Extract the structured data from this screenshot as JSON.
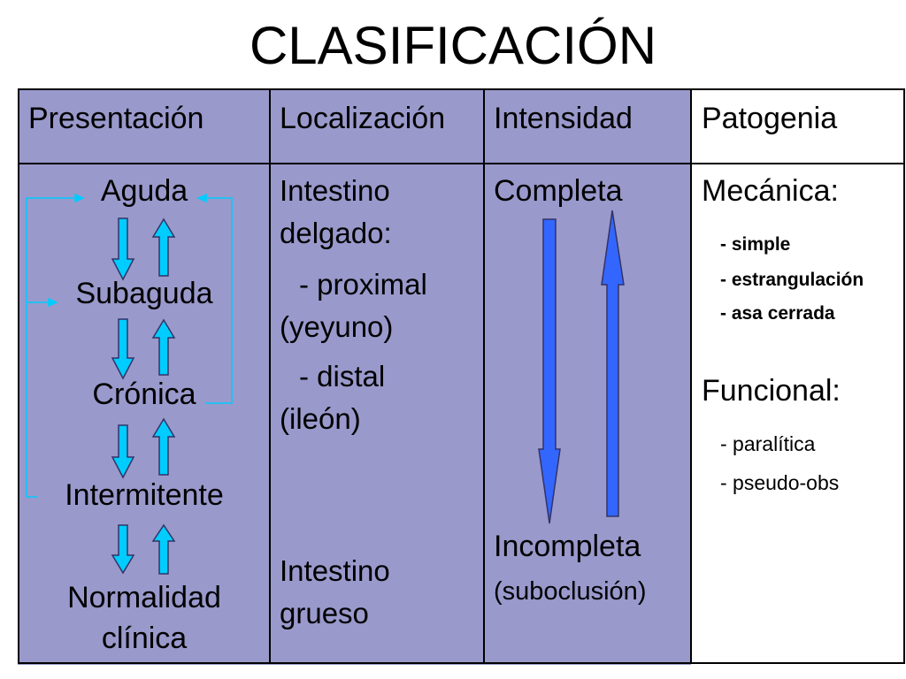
{
  "title": "CLASIFICACIÓN",
  "headers": {
    "presentacion": "Presentación",
    "localizacion": "Localización",
    "intensidad": "Intensidad",
    "patogenia": "Patogenia"
  },
  "presentacion": {
    "items": [
      "Aguda",
      "Subaguda",
      "Crónica",
      "Intermitente",
      "Normalidad",
      "clínica"
    ]
  },
  "localizacion": {
    "delgado_l1": "Intestino",
    "delgado_l2": "delgado:",
    "proximal_l1": "- proximal",
    "proximal_l2": "(yeyuno)",
    "distal_l1": "- distal",
    "distal_l2": "(ileón)",
    "grueso_l1": "Intestino",
    "grueso_l2": "grueso"
  },
  "intensidad": {
    "completa": "Completa",
    "incompleta": "Incompleta",
    "suboclusion": "(suboclusión)"
  },
  "patogenia": {
    "mecanica": "Mecánica:",
    "mecanica_items": [
      "- simple",
      "- estrangulación",
      "- asa cerrada"
    ],
    "funcional": "Funcional:",
    "funcional_items": [
      "- paralítica",
      "- pseudo-obs"
    ]
  },
  "colors": {
    "cell_blue": "#9999cc",
    "arrow_cyan": "#00ccff",
    "arrow_blue": "#3366ff",
    "border": "#000000"
  }
}
